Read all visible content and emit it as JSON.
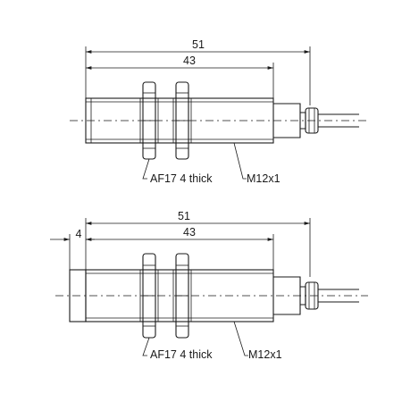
{
  "views": [
    {
      "dim_total": "51",
      "dim_body": "43",
      "nut_label": "AF17  4 thick",
      "thread_label": "M12x1"
    },
    {
      "dim_offset": "4",
      "dim_total": "51",
      "dim_body": "43",
      "nut_label": "AF17  4 thick",
      "thread_label": "M12x1"
    }
  ]
}
